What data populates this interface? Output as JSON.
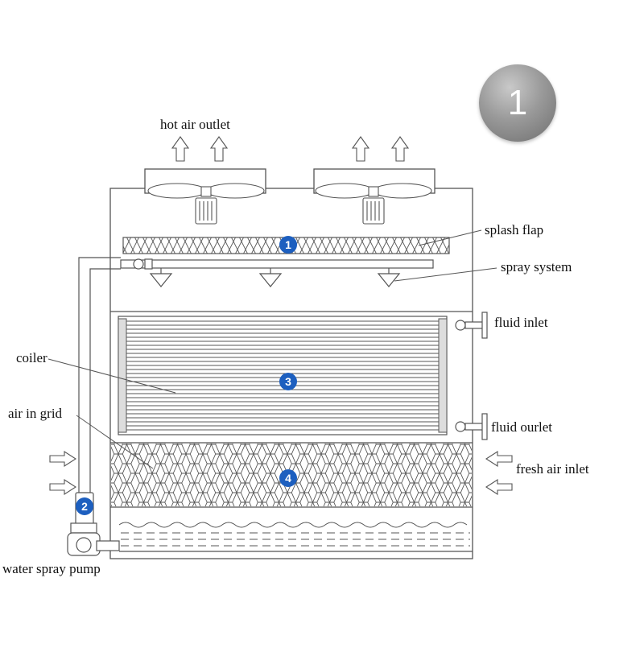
{
  "badge": "1",
  "labels": {
    "hot_air_outlet": "hot air outlet",
    "splash_flap": "splash flap",
    "spray_system": "spray system",
    "fluid_inlet": "fluid inlet",
    "coiler": "coiler",
    "fluid_outlet": "fluid ourlet",
    "air_in_grid": "air in grid",
    "fresh_air_inlet": "fresh air inlet",
    "water_spray_pump": "water spray pump"
  },
  "markers": {
    "m1": "1",
    "m2": "2",
    "m3": "3",
    "m4": "4"
  },
  "colors": {
    "line": "#555555",
    "marker": "#1d5fbf",
    "badge": "#8c8c8c"
  }
}
